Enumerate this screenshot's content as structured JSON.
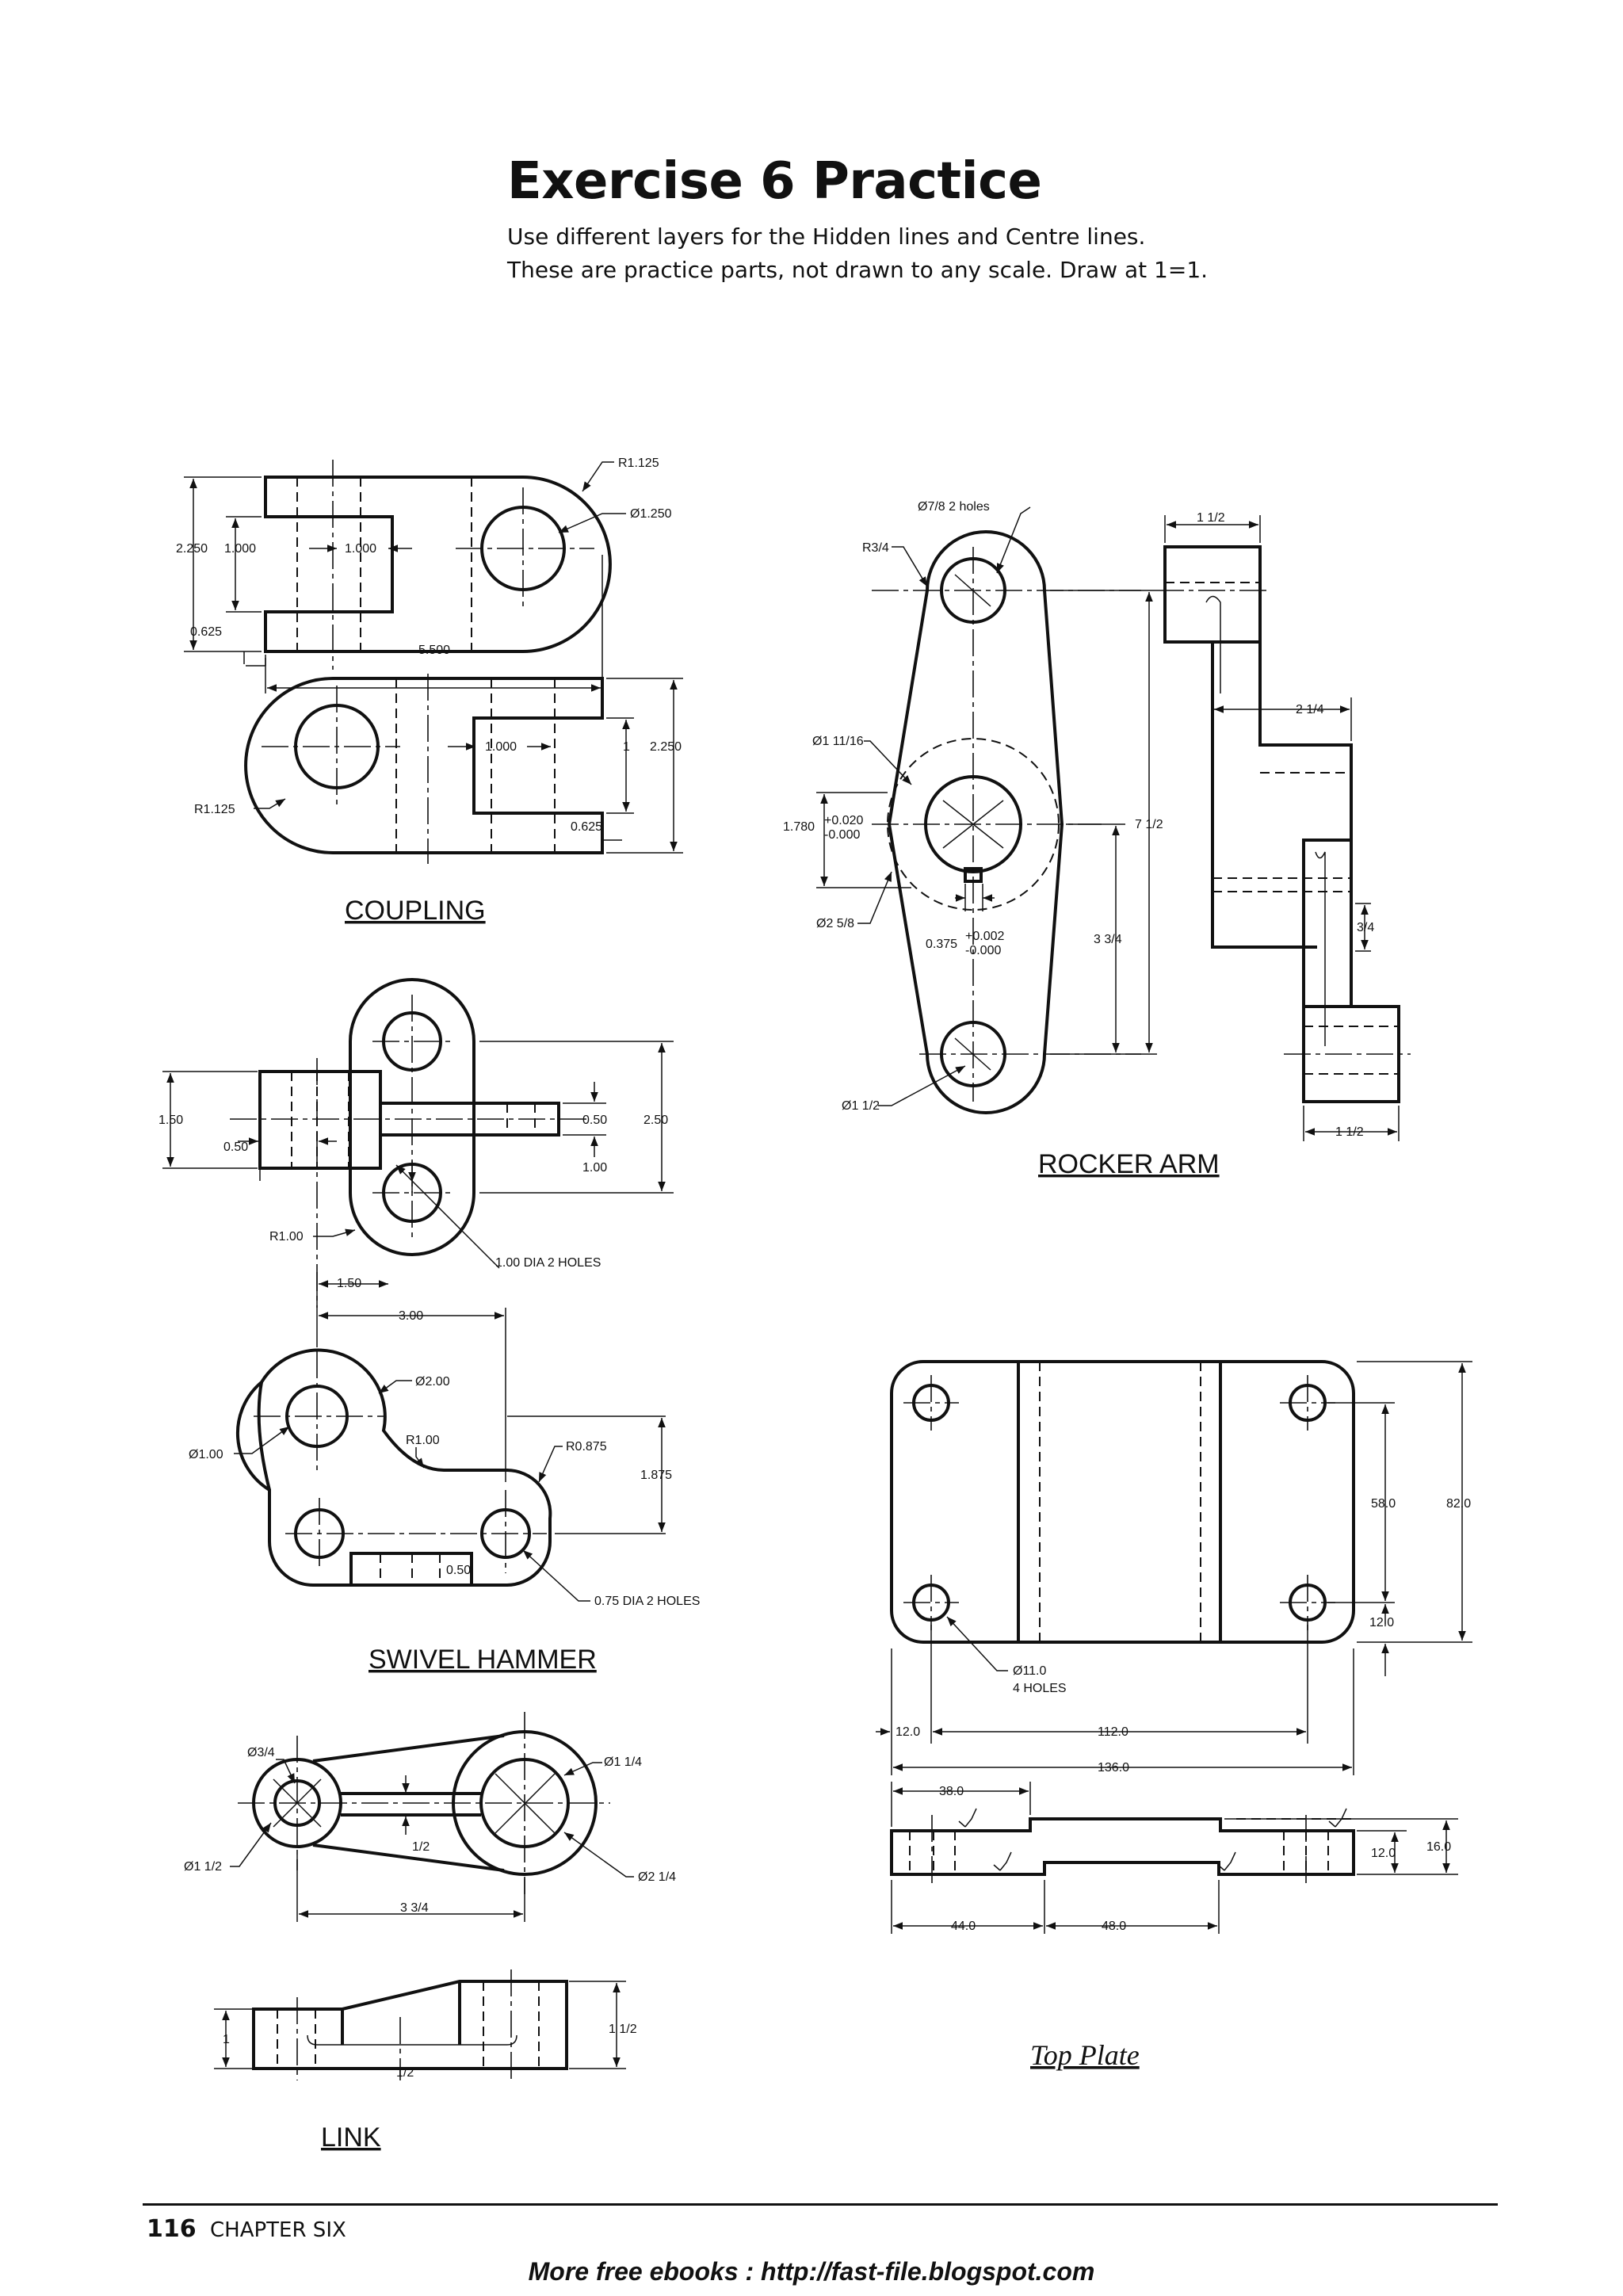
{
  "page": {
    "title": "Exercise 6 Practice",
    "instructions": [
      "Use different layers for the Hidden lines and Centre lines.",
      "These are practice parts, not drawn to any scale. Draw at 1=1."
    ],
    "page_number": "116",
    "chapter": "CHAPTER SIX",
    "promo": "More free ebooks  :  http://fast-file.blogspot.com"
  },
  "coupling": {
    "caption": "COUPLING",
    "dims": {
      "r_top": "R1.125",
      "dia_top": "Ø1.250",
      "h_total": "2.250",
      "h_slot": "1.000",
      "slot_len": "1.000",
      "wall": "0.625",
      "length": "5.500",
      "slot_len_b": "1.000",
      "h_slot_b": "1",
      "h_total_b": "2.250",
      "r_bot": "R1.125",
      "wall_b": "0.625"
    }
  },
  "swivel": {
    "dims": {
      "h_block": "1.50",
      "w_block": "0.50",
      "shaft": "0.50",
      "h_total": "2.50",
      "offset": "1.00",
      "radius": "R1.00",
      "holes": "1.00 DIA 2 HOLES"
    }
  },
  "hammer": {
    "caption": "SWIVEL HAMMER",
    "dims": {
      "d150": "1.50",
      "d300": "3.00",
      "dia2": "Ø2.00",
      "dia1": "Ø1.00",
      "r100": "R1.00",
      "r0875": "R0.875",
      "h1875": "1.875",
      "slot": "0.50",
      "holes": "0.75 DIA 2 HOLES"
    }
  },
  "link": {
    "caption": "LINK",
    "dims": {
      "d34": "Ø3/4",
      "d114": "Ø1 1/4",
      "d112": "Ø1 1/2",
      "d214": "Ø2 1/4",
      "half": "1/2",
      "len": "3 3/4",
      "h1": "1",
      "half_b": "1/2",
      "h112": "1 1/2"
    }
  },
  "rocker": {
    "caption": "ROCKER ARM",
    "dims": {
      "holes": "Ø7/8  2 holes",
      "r34": "R3/4",
      "d11116": "Ø1 11/16",
      "bore": "1.780",
      "bore_tol_plus": "+0.020",
      "bore_tol_minus": "-0.000",
      "d258": "Ø2 5/8",
      "key": "0.375",
      "key_tol_plus": "+0.002",
      "key_tol_minus": "-0.000",
      "d112": "Ø1 1/2",
      "top_w": "1 1/2",
      "mid_w": "2 1/4",
      "h712": "7 1/2",
      "h334": "3 3/4",
      "web": "3/4",
      "bot_w": "1 1/2"
    }
  },
  "topplate": {
    "caption": "Top  Plate",
    "dims": {
      "h58": "58.0",
      "h82": "82.0",
      "edge12": "12.0",
      "holes": "Ø11.0",
      "holes2": "4 HOLES",
      "left12": "12.0",
      "w112": "112.0",
      "w136": "136.0",
      "w38": "38.0",
      "t12": "12.0",
      "t16": "16.0",
      "w44": "44.0",
      "w48": "48.0"
    }
  }
}
